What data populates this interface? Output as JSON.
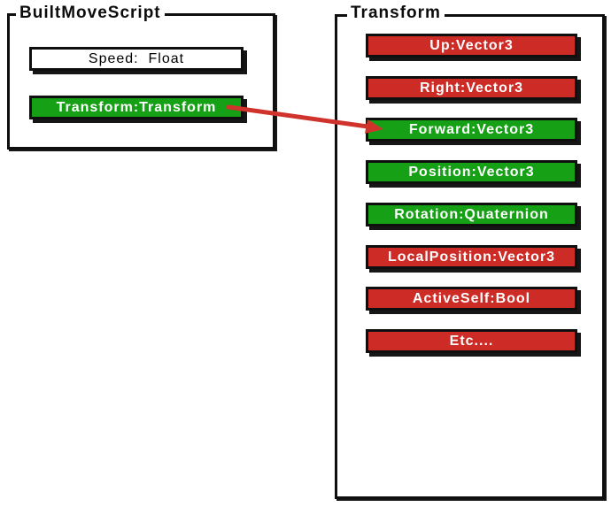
{
  "theme": {
    "green": "#16A016",
    "red": "#CC2B26",
    "arrow": "#CF332C",
    "border": "#0F0F0F",
    "shadow": "#161616",
    "background": "#FFFFFF",
    "button_text": "#FFFFFF"
  },
  "script_panel": {
    "title": "BuiltMoveScript",
    "fields": [
      {
        "label": "Speed:  Float",
        "state": "white"
      },
      {
        "label": "Transform:Transform",
        "state": "green"
      }
    ]
  },
  "transform_panel": {
    "title": "Transform",
    "members": [
      {
        "label": "Up:Vector3",
        "state": "red"
      },
      {
        "label": "Right:Vector3",
        "state": "red"
      },
      {
        "label": "Forward:Vector3",
        "state": "green"
      },
      {
        "label": "Position:Vector3",
        "state": "green"
      },
      {
        "label": "Rotation:Quaternion",
        "state": "green"
      },
      {
        "label": "LocalPosition:Vector3",
        "state": "red"
      },
      {
        "label": "ActiveSelf:Bool",
        "state": "red"
      },
      {
        "label": "Etc....",
        "state": "red"
      }
    ]
  },
  "connection": {
    "from": "Transform:Transform",
    "to": "Forward:Vector3"
  }
}
